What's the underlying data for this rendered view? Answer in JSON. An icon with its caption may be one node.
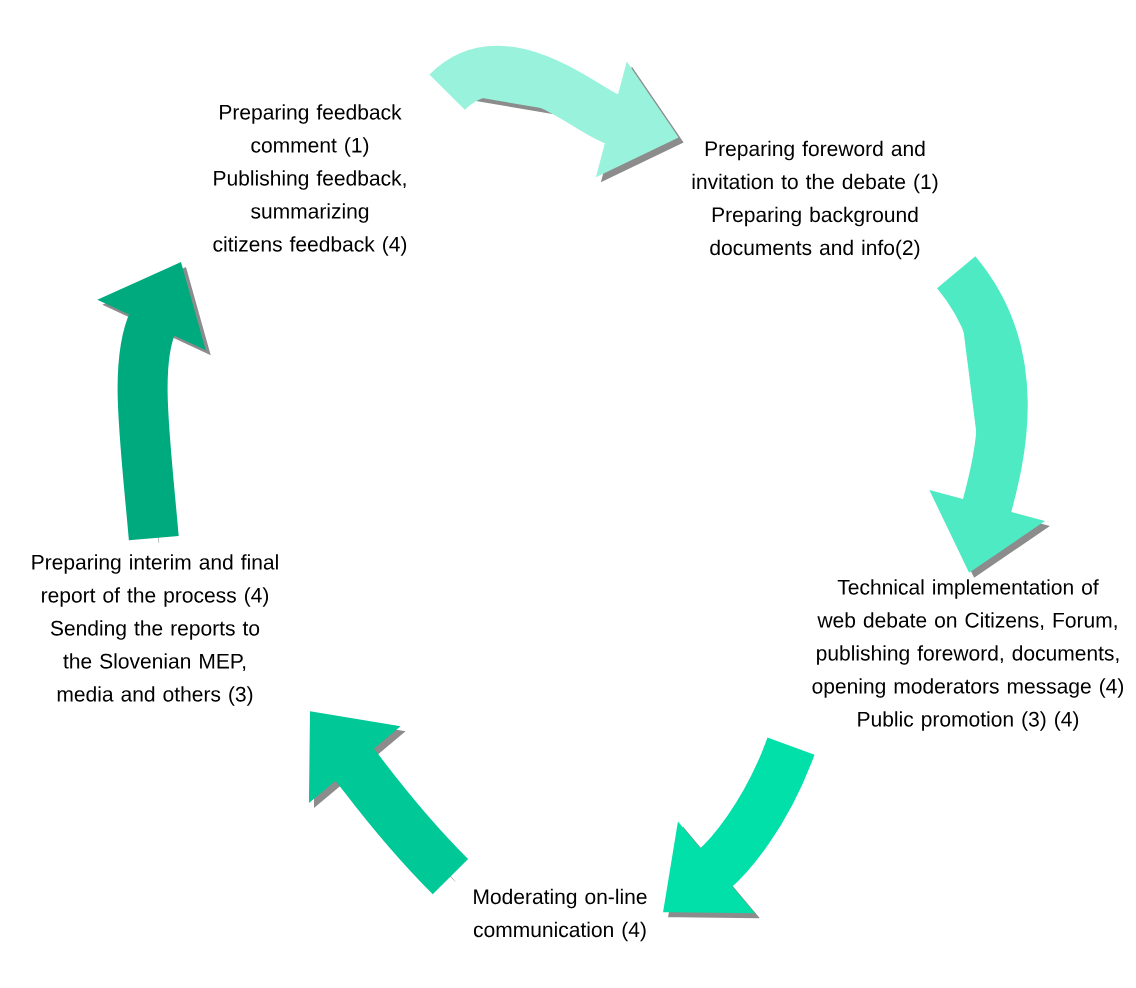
{
  "diagram": {
    "nodes": [
      {
        "text": [
          "Preparing  feedback comment (1)",
          "Publishing feedback, summarizing citizens feedback (4)"
        ]
      },
      {
        "text": [
          "Preparing foreword and invitation to the debate (1)",
          "Preparing background documents and info(2)"
        ]
      },
      {
        "text": [
          "Preparing interim and final report of the process (4)",
          "Sending the reports to the Slovenian MEP, media and others (3)"
        ]
      },
      {
        "text": [
          "Technical implementation of web debate on Citizens, Forum, publishing foreword, documents, opening moderators message (4)",
          "Public promotion  (3) (4)"
        ]
      },
      {
        "text": [
          "Moderating on-line communication (4)"
        ]
      }
    ],
    "edges": [
      {
        "from": 0,
        "to": 1,
        "arrow": "to",
        "color": "#99f2dc"
      },
      {
        "from": 1,
        "to": 3,
        "arrow": "to",
        "color": "#4deac4"
      },
      {
        "from": 3,
        "to": 4,
        "arrow": "to",
        "color": "#00e0a8"
      },
      {
        "from": 4,
        "to": 2,
        "arrow": "to",
        "color": "#00c896"
      },
      {
        "from": 2,
        "to": 0,
        "arrow": "to",
        "color": "#00aa7f"
      }
    ]
  }
}
